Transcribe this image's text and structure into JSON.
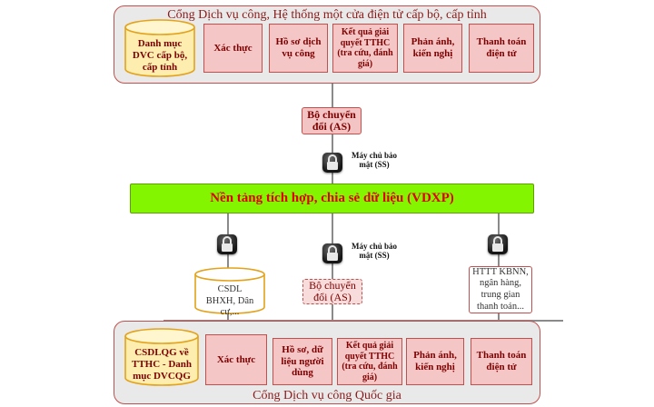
{
  "top_panel": {
    "title": "Cổng Dịch vụ công, Hệ thống một cửa điện tử cấp bộ, cấp tỉnh",
    "catalog": "Danh mục DVC cấp bộ, cấp tỉnh",
    "functions": [
      "Xác thực",
      "Hồ sơ dịch vụ công",
      "Kết quả giải quyết TTHC (tra cứu, đánh giá)",
      "Phản ánh, kiến nghị",
      "Thanh toán điện tử"
    ]
  },
  "converter_top": "Bộ chuyển đổi (AS)",
  "security_server_top": "Máy chủ bảo mật (SS)",
  "bus": "Nền tảng tích hợp, chia sẻ dữ liệu (VDXP)",
  "security_server_bottom": "Máy chủ bảo mật (SS)",
  "databases": "CSDL BHXH, Dân cư,...",
  "converter_bottom": "Bộ chuyển đổi (AS)",
  "external_systems": "HTTT KBNN, ngân hàng, trung gian thanh toán...",
  "bottom_panel": {
    "title": "Cổng Dịch vụ công Quốc gia",
    "catalog": "CSDLQG về TTHC - Danh mục DVCQG",
    "functions": [
      "Xác thực",
      "Hồ sơ, dữ liệu người dùng",
      "Kết quả giải quyết TTHC (tra cứu, đánh giá)",
      "Phản ánh, kiến nghị",
      "Thanh toán điện tử"
    ]
  },
  "colors": {
    "panel_border": "#c0504d",
    "panel_fill": "#e9e9e9",
    "function_fill": "#f5c6c6",
    "catalog_fill": "#fdeeb0",
    "bus_fill": "#84f500",
    "bus_text": "#e00000"
  },
  "icons": [
    "lock-icon",
    "database-cylinder-icon"
  ]
}
